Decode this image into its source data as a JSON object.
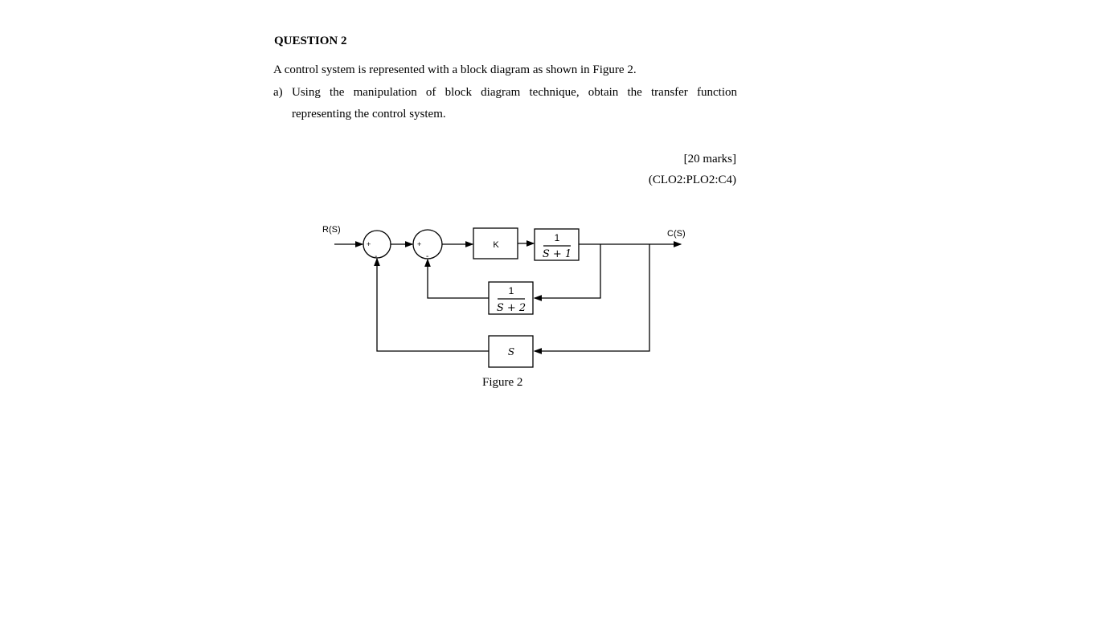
{
  "question": {
    "heading": "QUESTION 2",
    "intro": "A control system is represented with a block diagram as shown in Figure 2.",
    "part_a_label": "a)",
    "part_a_line1": "Using the manipulation of block diagram technique, obtain the transfer function",
    "part_a_line2": "representing the control system.",
    "marks": "[20 marks]",
    "clo": "(CLO2:PLO2:C4)"
  },
  "figure": {
    "caption": "Figure 2",
    "input_label": "R(S)",
    "output_label": "C(S)",
    "sum1_plus": "+",
    "sum1_minus": "-",
    "sum2_plus": "+",
    "sum2_minus": "-",
    "block_k": "K",
    "block_g_num": "1",
    "block_g_den": "S + 1",
    "block_h1_num": "1",
    "block_h1_den": "S + 2",
    "block_h2": "S"
  }
}
